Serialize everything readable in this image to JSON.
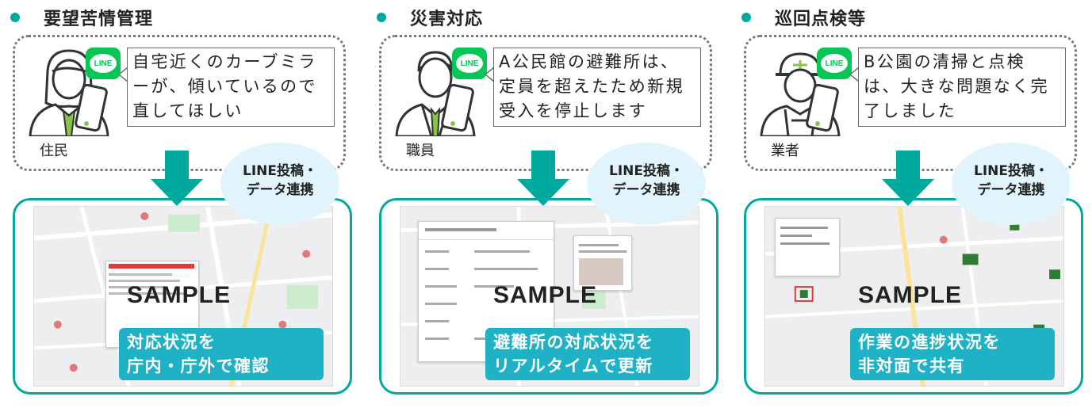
{
  "columns": [
    {
      "title": "要望苦情管理",
      "message": "自宅近くのカーブミラーが、傾いているので直してほしい",
      "role": "住民",
      "badge_line1": "LINE投稿・",
      "badge_line2": "データ連携",
      "caption_line1": "対応状況を",
      "caption_line2": "庁内・庁外で確認",
      "sample": "SAMPLE"
    },
    {
      "title": "災害対応",
      "message": "A公民館の避難所は、定員を超えたため新規受入を停止します",
      "role": "職員",
      "badge_line1": "LINE投稿・",
      "badge_line2": "データ連携",
      "caption_line1": "避難所の対応状況を",
      "caption_line2": "リアルタイムで更新",
      "sample": "SAMPLE"
    },
    {
      "title": "巡回点検等",
      "message": "B公園の清掃と点検は、大きな問題なく完了しました",
      "role": "業者",
      "badge_line1": "LINE投稿・",
      "badge_line2": "データ連携",
      "caption_line1": "作業の進捗状況を",
      "caption_line2": "非対面で共有",
      "sample": "SAMPLE"
    }
  ],
  "line_logo_text": "LINE",
  "colors": {
    "teal": "#00a99d",
    "caption_bg": "#1fb2c6",
    "line_green": "#06c755",
    "cloud_bg": "#e2f4fb"
  },
  "icons": [
    "resident-woman-icon",
    "staff-man-icon",
    "worker-helmet-icon",
    "smartphone-icon",
    "line-app-icon",
    "down-arrow-icon"
  ]
}
